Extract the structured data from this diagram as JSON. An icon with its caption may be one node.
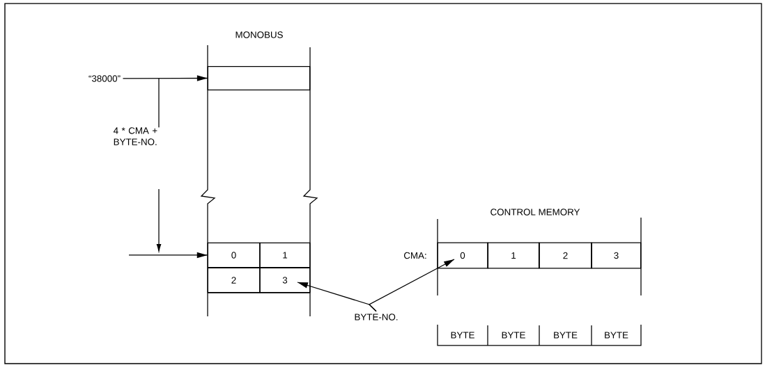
{
  "diagram": {
    "nodes": [
      {
        "text": [
          "“38000”"
        ]
      },
      {
        "text": [],
        "shape": "box"
      },
      {
        "text": [
          "0"
        ]
      },
      {
        "text": [
          "1"
        ]
      },
      {
        "text": [
          "2"
        ]
      },
      {
        "text": [
          "3"
        ]
      },
      {
        "text": [
          "0"
        ]
      },
      {
        "text": [
          "1"
        ]
      },
      {
        "text": [
          "2"
        ]
      },
      {
        "text": [
          "3"
        ]
      },
      {
        "text": [
          "BYTE-NO."
        ]
      }
    ],
    "edges": [
      {
        "from": 0,
        "to": 1,
        "arrow": "to"
      },
      {
        "from": null,
        "to": 2,
        "arrow": "to"
      },
      {
        "from": 10,
        "to": 5,
        "arrow": "to"
      },
      {
        "from": 10,
        "to": 6,
        "arrow": "to"
      }
    ],
    "labels": [
      "MONOBUS",
      "4 * CMA + BYTE-NO.",
      "CONTROL MEMORY",
      "CMA:",
      "BYTE",
      "BYTE",
      "BYTE",
      "BYTE"
    ]
  }
}
